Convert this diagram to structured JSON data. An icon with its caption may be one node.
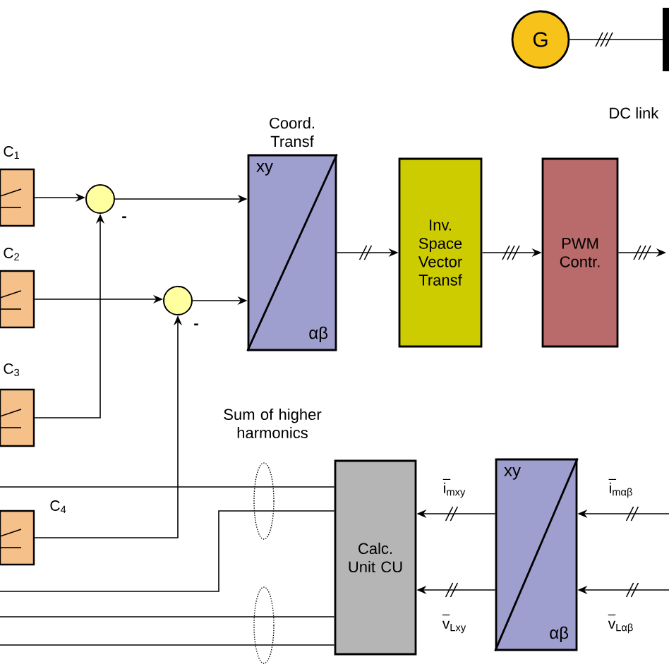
{
  "diagram": {
    "nodes": [
      {
        "text": [
          "C$_{1}$"
        ]
      },
      {
        "text": [
          "C$_{2}$"
        ]
      },
      {
        "text": [
          "C$_{3}$"
        ]
      },
      {
        "text": [
          "C$_{4}$"
        ]
      },
      {
        "text": [],
        "shape": "circle"
      },
      {
        "text": [],
        "shape": "circle"
      },
      {
        "text": [
          "Coord. Transf",
          "xy",
          "αβ"
        ]
      },
      {
        "text": [
          "Inv. Space Vector Transf"
        ]
      },
      {
        "text": [
          "PWM Contr."
        ]
      },
      {
        "text": [
          "G"
        ]
      },
      {
        "text": [],
        "shape": "bar",
        "beside": [
          "DC link"
        ]
      },
      {
        "text": [
          "Calc. Unit CU"
        ]
      },
      {
        "text": [
          "xy",
          "αβ"
        ]
      }
    ],
    "edges": [
      {
        "from": 0,
        "to": 4,
        "arrow": "to"
      },
      {
        "from": 1,
        "to": 5,
        "arrow": "to"
      },
      {
        "from": 2,
        "to": 4,
        "arrow": "to"
      },
      {
        "from": 3,
        "to": 5,
        "arrow": "to"
      },
      {
        "from": 4,
        "to": 6,
        "arrow": "to"
      },
      {
        "from": 5,
        "to": 6,
        "arrow": "to"
      },
      {
        "from": 6,
        "to": 7,
        "arrow": "to"
      },
      {
        "from": 7,
        "to": 8,
        "arrow": "to"
      },
      {
        "from": 8,
        "to": null,
        "arrow": "to"
      },
      {
        "from": 9,
        "to": 10,
        "arrow": "none"
      },
      {
        "from": 12,
        "to": 11,
        "arrow": "to",
        "label": "i$_{mxy}$"
      },
      {
        "from": 12,
        "to": 11,
        "arrow": "to",
        "label": "v$_{Lxy}$"
      },
      {
        "from": null,
        "to": 12,
        "arrow": "to",
        "label": "i$_{mαβ}$"
      },
      {
        "from": null,
        "to": 12,
        "arrow": "to",
        "label": "v$_{Lαβ}$"
      },
      {
        "from": null,
        "to": 11,
        "arrow": "none"
      },
      {
        "from": null,
        "to": 11,
        "arrow": "none"
      },
      {
        "from": null,
        "to": 11,
        "arrow": "none"
      },
      {
        "from": null,
        "to": 11,
        "arrow": "none"
      }
    ],
    "labels": [
      "-",
      "-",
      "Sum of higher harmonics"
    ]
  }
}
